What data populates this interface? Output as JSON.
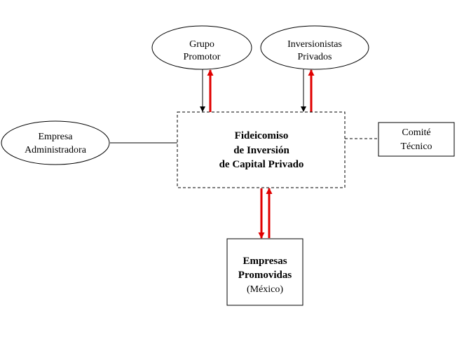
{
  "nodes": {
    "grupo_promotor": {
      "lines": [
        "Grupo",
        "Promotor"
      ]
    },
    "inversionistas_privados": {
      "lines": [
        "Inversionistas",
        "Privados"
      ]
    },
    "empresa_administradora": {
      "lines": [
        "Empresa",
        "Administradora"
      ]
    },
    "fideicomiso": {
      "lines": [
        "Fideicomiso",
        "de Inversión",
        "de Capital Privado"
      ]
    },
    "comite_tecnico": {
      "lines": [
        "Comité",
        "Técnico"
      ]
    },
    "empresas_promovidas": {
      "lines": [
        "Empresas",
        "Promovidas",
        "(México)"
      ]
    }
  },
  "colors": {
    "outline": "#000000",
    "flow_arrow": "#e00000",
    "background": "#ffffff"
  }
}
